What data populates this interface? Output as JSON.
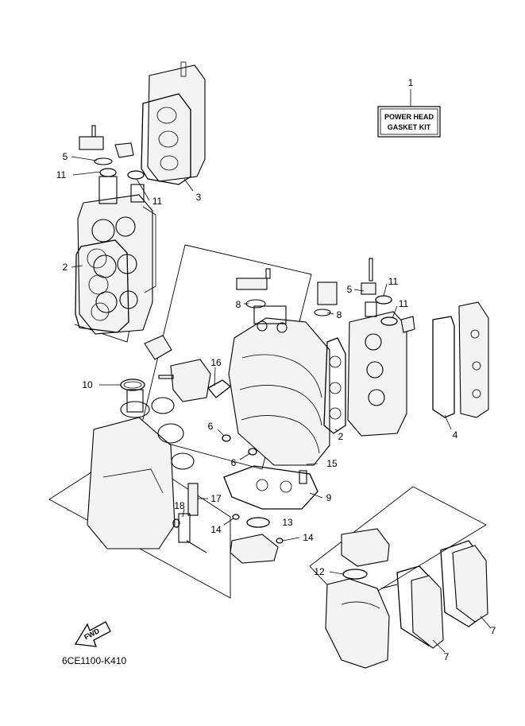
{
  "diagram_code": "6CE1100-K410",
  "kit_label": {
    "line1": "POWER HEAD",
    "line2": "GASKET KIT"
  },
  "fwd_label": "FWD",
  "callouts": [
    "1",
    "2",
    "2",
    "3",
    "4",
    "5",
    "5",
    "6",
    "6",
    "7",
    "7",
    "8",
    "8",
    "9",
    "10",
    "11",
    "11",
    "11",
    "11",
    "12",
    "13",
    "14",
    "14",
    "15",
    "16",
    "17",
    "18"
  ]
}
